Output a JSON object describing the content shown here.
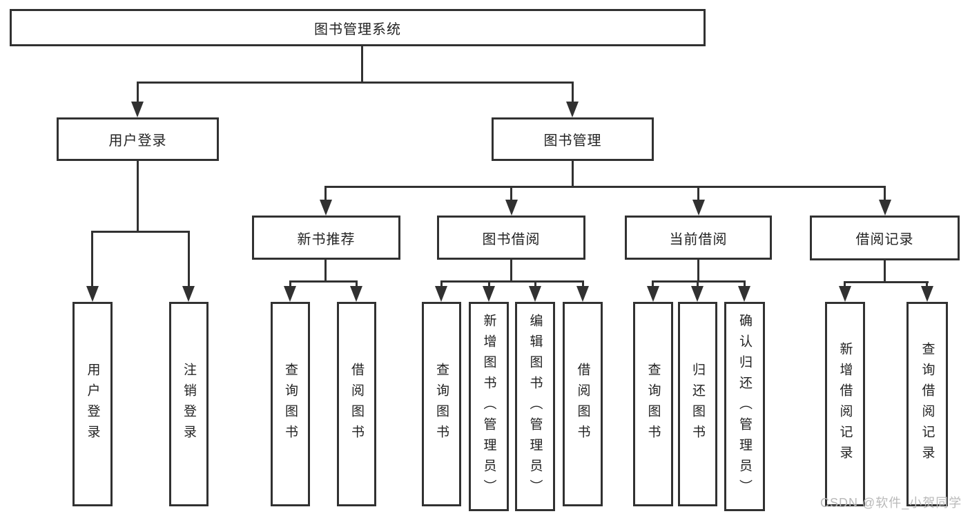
{
  "tree": {
    "label": "图书管理系统",
    "children": [
      {
        "label": "用户登录",
        "children": [
          {
            "label": "用户登录"
          },
          {
            "label": "注销登录"
          }
        ]
      },
      {
        "label": "图书管理",
        "children": [
          {
            "label": "新书推荐",
            "children": [
              {
                "label": "查询图书"
              },
              {
                "label": "借阅图书"
              }
            ]
          },
          {
            "label": "图书借阅",
            "children": [
              {
                "label": "查询图书"
              },
              {
                "label": "新增图书（管理员）"
              },
              {
                "label": "编辑图书（管理员）"
              },
              {
                "label": "借阅图书"
              }
            ]
          },
          {
            "label": "当前借阅",
            "children": [
              {
                "label": "查询图书"
              },
              {
                "label": "归还图书"
              },
              {
                "label": "确认归还（管理员）"
              }
            ]
          },
          {
            "label": "借阅记录",
            "children": [
              {
                "label": "新增借阅记录"
              },
              {
                "label": "查询借阅记录"
              }
            ]
          }
        ]
      }
    ]
  },
  "watermark": {
    "text": "CSDN @软件_小贺同学"
  },
  "colors": {
    "line": "#313131",
    "box_border": "#313131",
    "text": "#232323",
    "watermark": "#b9b9b9",
    "background": "#ffffff"
  }
}
